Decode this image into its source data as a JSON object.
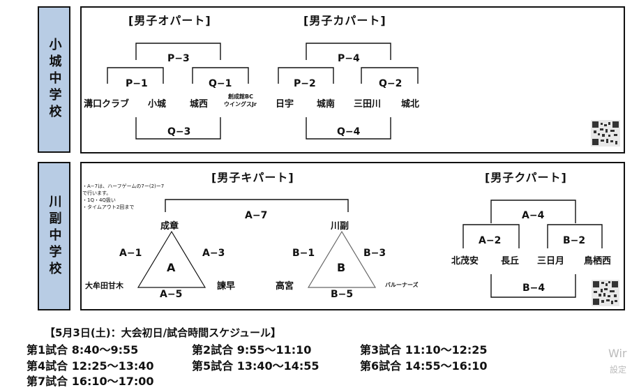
{
  "top_section": {
    "school": "小城中学校",
    "part_o": {
      "title": "[男子オパート]",
      "p3": "P−3",
      "p1": "P−1",
      "q1": "Q−1",
      "q3": "Q−3",
      "teams": [
        "溝口クラブ",
        "小城",
        "城西"
      ],
      "team4_line1": "創成館BC",
      "team4_line2": "ウイングスJr"
    },
    "part_ka": {
      "title": "[男子カパート]",
      "p4": "P−4",
      "p2": "P−2",
      "q2": "Q−2",
      "q4": "Q−4",
      "teams": [
        "日宇",
        "城南",
        "三田川",
        "城北"
      ]
    }
  },
  "bottom_section": {
    "school": "川副中学校",
    "notes": [
      "・A−7は、ハーフゲームの7ー(2)ー7で行います。",
      "・1Q・4Q扱い",
      "・タイムアウト2回まで"
    ],
    "part_ki": {
      "title": "[男子キパート]",
      "a7": "A−7",
      "tri_a": {
        "letter": "A",
        "top": "成章",
        "left": "大牟田甘木",
        "right": "諫早",
        "m1": "A−1",
        "m3": "A−3",
        "m5": "A−5"
      },
      "tri_b": {
        "letter": "B",
        "top": "川副",
        "left": "高宮",
        "right": "バルーナーズ",
        "m1": "B−1",
        "m3": "B−3",
        "m5": "B−5"
      }
    },
    "part_ku": {
      "title": "[男子クパート]",
      "a4": "A−4",
      "a2": "A−2",
      "b2": "B−2",
      "b4": "B−4",
      "teams": [
        "北茂安",
        "長丘",
        "三日月",
        "鳥栖西"
      ]
    }
  },
  "schedule": {
    "title": "【5月3日(土)：大会初日/試合時間スケジュール】",
    "items": [
      "第1試合 8:40〜9:55",
      "第2試合 9:55〜11:10",
      "第3試合 11:10〜12:25",
      "第4試合 12:25〜13:40",
      "第5試合 13:40〜14:55",
      "第6試合 14:55〜16:10",
      "第7試合 16:10〜17:00"
    ]
  },
  "watermark": {
    "line1": "Wir",
    "line2": "設定"
  }
}
